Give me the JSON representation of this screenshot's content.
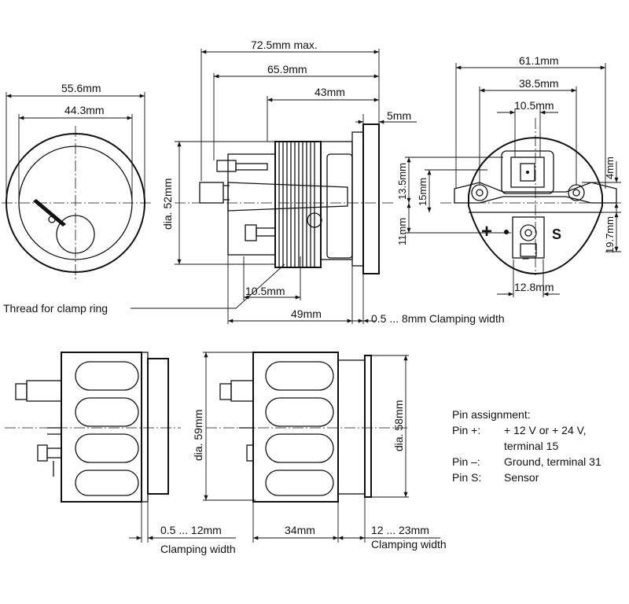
{
  "front_view": {
    "outer_dia": "55.6mm",
    "inner_dia": "44.3mm"
  },
  "side_view": {
    "overall_length": "72.5mm max.",
    "length_65": "65.9mm",
    "length_43": "43mm",
    "flange": "5mm",
    "dia": "dia. 52mm",
    "thread_len": "10.5mm",
    "length_49": "49mm",
    "clamping": "0.5 ... 8mm Clamping width",
    "thread_label": "Thread for clamp ring"
  },
  "rear_view": {
    "width": "61.1mm",
    "hole_span": "38.5mm",
    "connector_width": "10.5mm",
    "dim_13_5": "13.5mm",
    "dim_15": "15mm",
    "dim_11": "11mm",
    "dim_4": "4mm",
    "dim_19_7": "19.7mm",
    "terminal_width": "12.8mm",
    "pin_plus": "+",
    "pin_minus": "−",
    "pin_s": "S"
  },
  "bottom_left": {
    "clamp_range": "0.5 ... 12mm",
    "clamp_label": "Clamping width",
    "dia": "dia. 59mm"
  },
  "bottom_right": {
    "length": "34mm",
    "clamp_range": "12 ... 23mm",
    "clamp_label": "Clamping width",
    "dia": "dia. 58mm"
  },
  "pin_assignment": {
    "title": "Pin assignment:",
    "rows": [
      {
        "key": "Pin +:",
        "value": "+ 12 V or + 24 V,"
      },
      {
        "key": "",
        "value": "terminal 15"
      },
      {
        "key": "Pin –:",
        "value": "Ground, terminal 31"
      },
      {
        "key": "Pin S:",
        "value": "Sensor"
      }
    ]
  }
}
